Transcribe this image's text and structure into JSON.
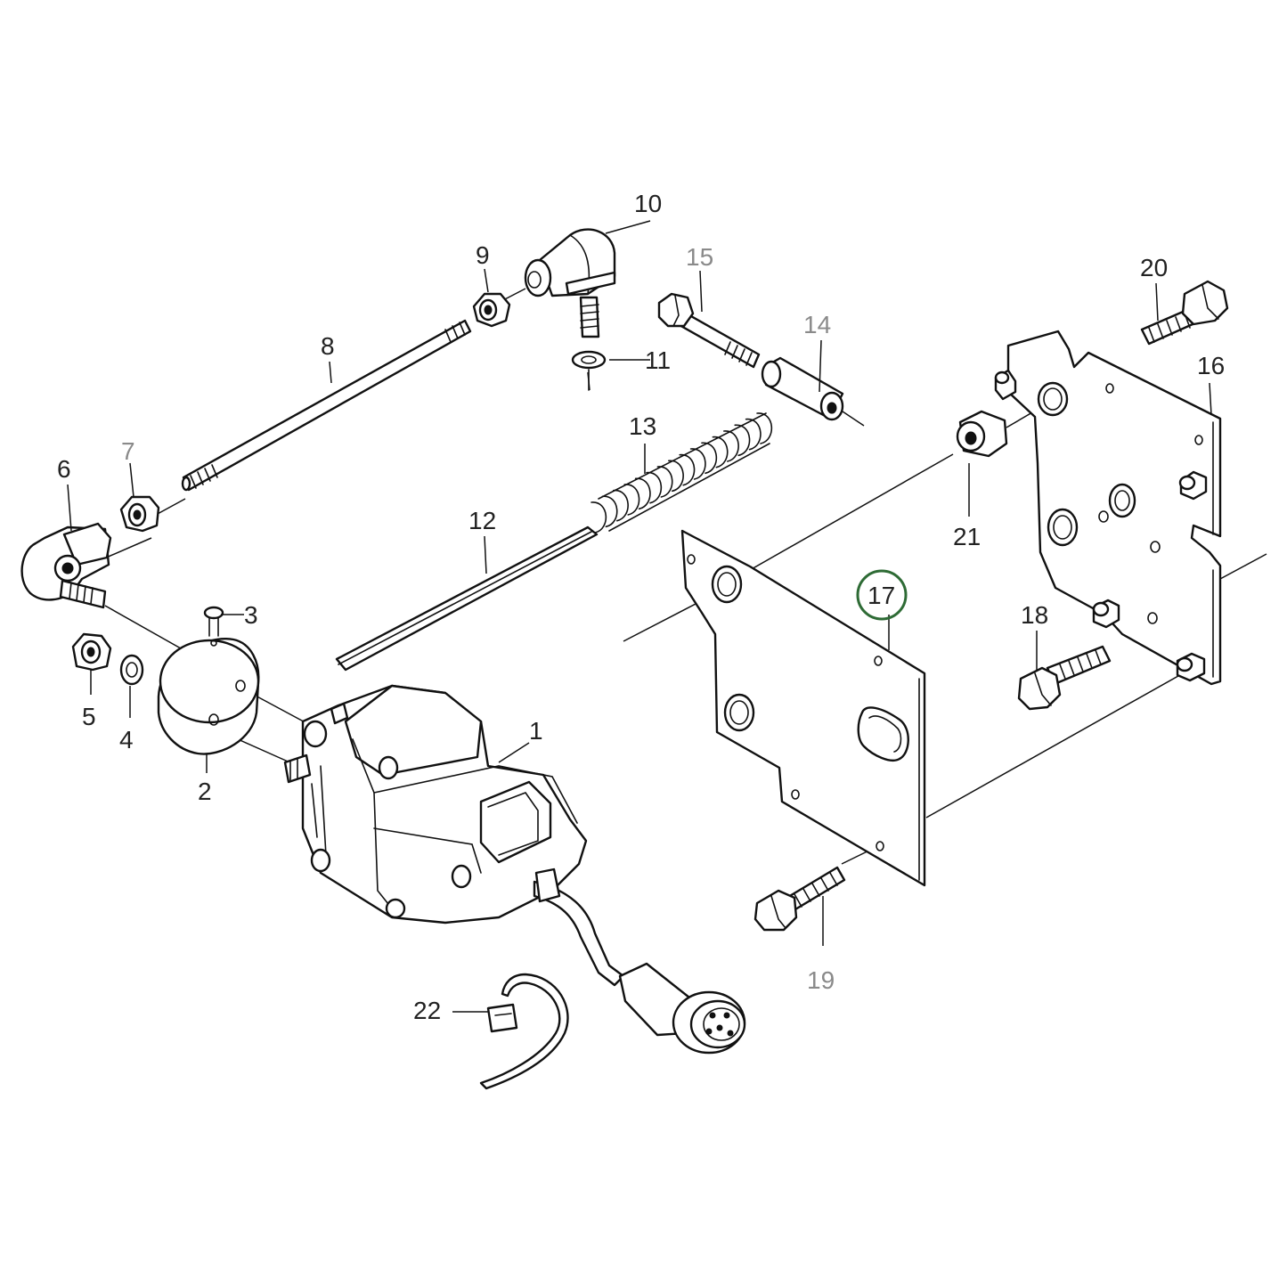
{
  "diagram": {
    "highlight_color": "#2e6b35",
    "highlighted_part": "17",
    "labels": [
      {
        "id": "1",
        "text": "1",
        "tone": "dark"
      },
      {
        "id": "2",
        "text": "2",
        "tone": "dark"
      },
      {
        "id": "3",
        "text": "3",
        "tone": "dark"
      },
      {
        "id": "4",
        "text": "4",
        "tone": "dark"
      },
      {
        "id": "5",
        "text": "5",
        "tone": "dark"
      },
      {
        "id": "6",
        "text": "6",
        "tone": "dark"
      },
      {
        "id": "7",
        "text": "7",
        "tone": "gray"
      },
      {
        "id": "8",
        "text": "8",
        "tone": "dark"
      },
      {
        "id": "9",
        "text": "9",
        "tone": "dark"
      },
      {
        "id": "10",
        "text": "10",
        "tone": "dark"
      },
      {
        "id": "11",
        "text": "11",
        "tone": "dark"
      },
      {
        "id": "12",
        "text": "12",
        "tone": "dark"
      },
      {
        "id": "13",
        "text": "13",
        "tone": "dark"
      },
      {
        "id": "14",
        "text": "14",
        "tone": "gray"
      },
      {
        "id": "15",
        "text": "15",
        "tone": "gray"
      },
      {
        "id": "16",
        "text": "16",
        "tone": "dark"
      },
      {
        "id": "17",
        "text": "17",
        "tone": "dark"
      },
      {
        "id": "18",
        "text": "18",
        "tone": "dark"
      },
      {
        "id": "19",
        "text": "19",
        "tone": "gray"
      },
      {
        "id": "20",
        "text": "20",
        "tone": "dark"
      },
      {
        "id": "21",
        "text": "21",
        "tone": "dark"
      },
      {
        "id": "22",
        "text": "22",
        "tone": "dark"
      }
    ]
  }
}
